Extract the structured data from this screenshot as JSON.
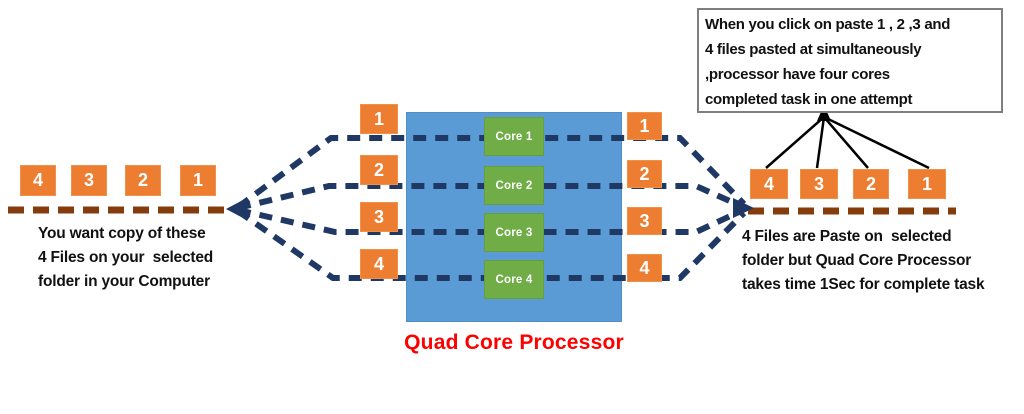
{
  "colors": {
    "file_box_fill": "#ED7D31",
    "processor_fill": "#5B9BD5",
    "core_fill": "#70AD47",
    "flow_line": "#1F3864",
    "timeline_line": "#843C0C",
    "fan_line": "#000000",
    "processor_label_text": "#FF0000",
    "callout_border": "#7F7F7F"
  },
  "left": {
    "files": [
      "4",
      "3",
      "2",
      "1"
    ],
    "caption_lines": [
      "You want copy of these",
      "4 Files on your  selected",
      "folder in your Computer"
    ]
  },
  "processor": {
    "input_files": [
      "1",
      "2",
      "3",
      "4"
    ],
    "cores": [
      "Core 1",
      "Core 2",
      "Core 3",
      "Core 4"
    ],
    "output_files": [
      "1",
      "2",
      "3",
      "4"
    ],
    "label": "Quad Core Processor"
  },
  "right": {
    "callout_lines": [
      "When you click on paste 1 , 2 ,3 and",
      "4 files pasted at simultaneously ",
      ",processor have four cores",
      "completed task in one attempt"
    ],
    "files": [
      "4",
      "3",
      "2",
      "1"
    ],
    "caption_lines": [
      "4 Files are Paste on  selected",
      "folder but Quad Core Processor",
      "takes time 1Sec for complete task"
    ]
  }
}
